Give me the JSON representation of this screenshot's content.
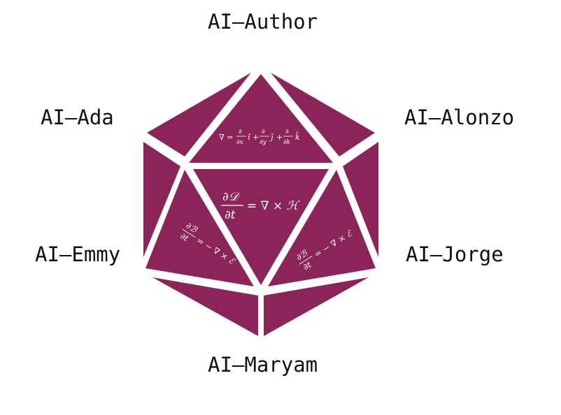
{
  "colors": {
    "face": "#8b2559",
    "background": "#ffffff",
    "label": "#111111",
    "equation": "#ffffff"
  },
  "labels": {
    "top": "AI—Author",
    "upper_left": "AI—Ada",
    "upper_right": "AI—Alonzo",
    "lower_left": "AI—Emmy",
    "lower_right": "AI—Jorge",
    "bottom": "AI—Maryam"
  },
  "equations": {
    "top_face": {
      "prefix": "∇ =",
      "terms": [
        {
          "num": "∂",
          "den": "∂x",
          "vec": "î",
          "op": "+"
        },
        {
          "num": "∂",
          "den": "∂y",
          "vec": "ĵ",
          "op": "+"
        },
        {
          "num": "∂",
          "den": "∂k",
          "vec": "k̂",
          "op": ""
        }
      ]
    },
    "center_face": {
      "num": "∂𝒟",
      "den": "∂t",
      "rhs": "= ∇ × ℋ"
    },
    "left_face": {
      "num": "∂ℬ",
      "den": "∂t",
      "rhs": "= − ∇ × ℰ"
    },
    "right_face": {
      "num": "∂ℬ",
      "den": "∂t",
      "rhs": "= − ∇ × ℰ"
    }
  }
}
